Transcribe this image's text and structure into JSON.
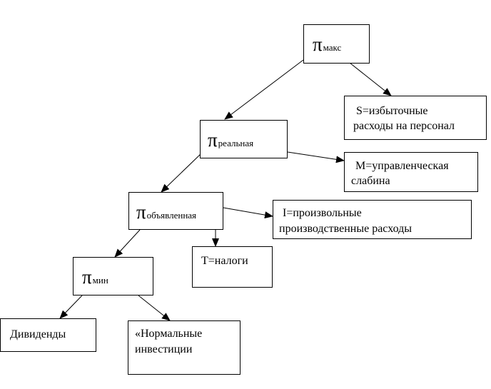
{
  "nodes": {
    "pi_max": {
      "symbol": "π",
      "subscript": "макс"
    },
    "pi_real": {
      "symbol": "π",
      "subscript": "реальная"
    },
    "pi_declared": {
      "symbol": "π",
      "subscript": "объявленная"
    },
    "pi_min": {
      "symbol": "π",
      "subscript": "мин"
    },
    "s_box": {
      "line1": "S=избыточные",
      "line2": "расходы на персонал"
    },
    "m_box": {
      "line1": "M=управленческая",
      "line2": "слабина"
    },
    "i_box": {
      "line1": "I=произвольные",
      "line2": "производственные расходы"
    },
    "t_box": {
      "line1": "T=налоги"
    },
    "div_box": {
      "line1": "Дивиденды"
    },
    "inv_box": {
      "line1": "«Нормальные",
      "line2": "инвестиции"
    }
  }
}
